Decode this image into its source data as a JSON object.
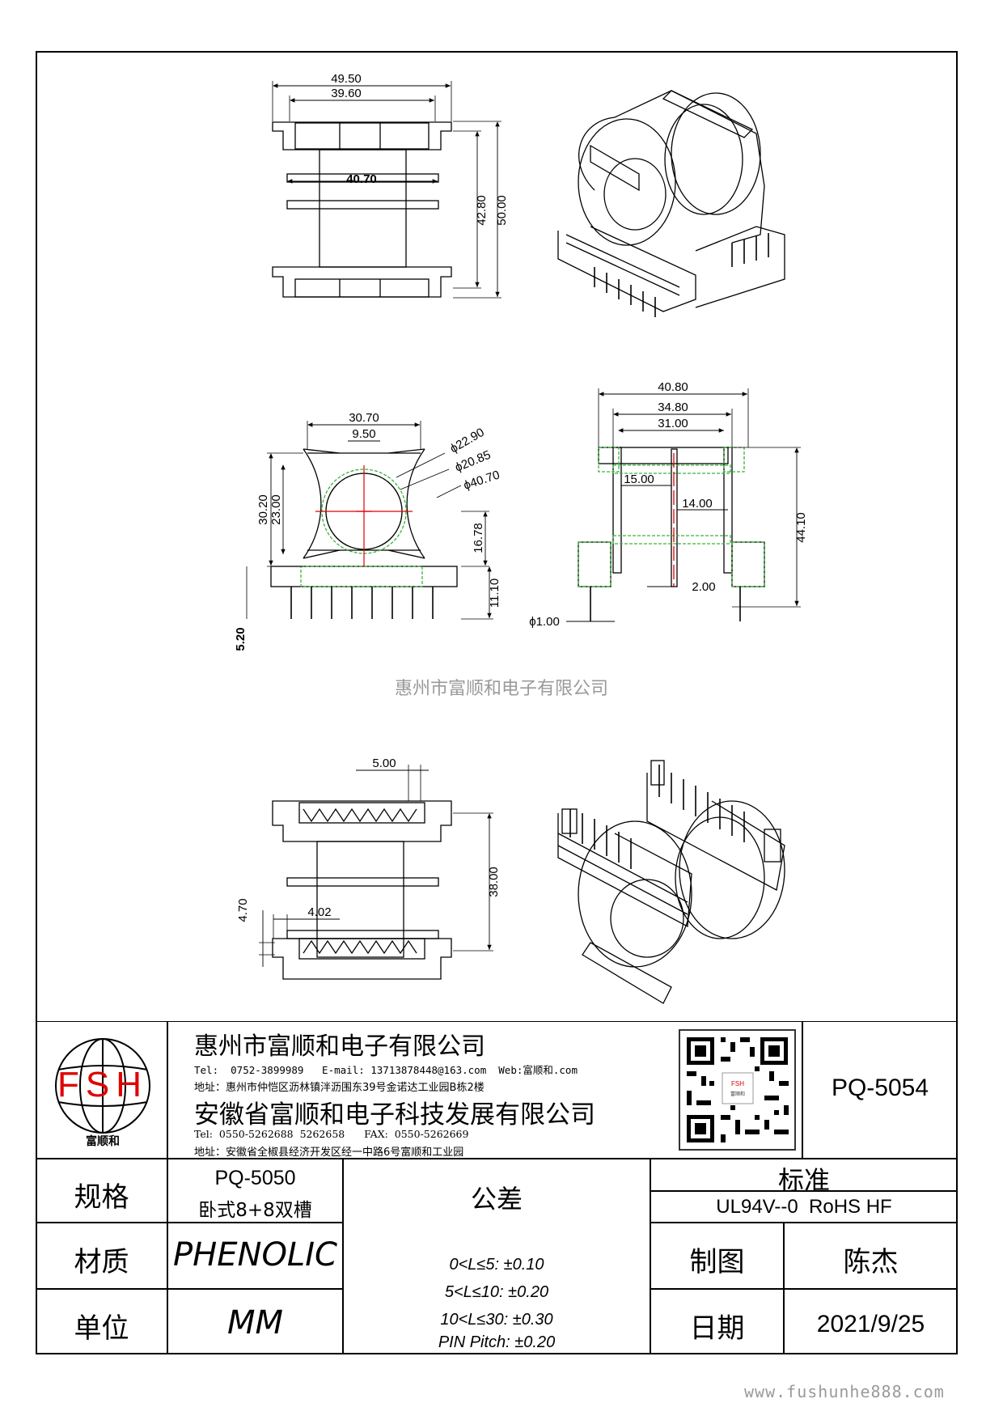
{
  "watermark_company": "惠州市富顺和电子有限公司",
  "watermark_url": "www.fushunhe888.com",
  "dims_top": {
    "w1": "49.50",
    "w2": "39.60",
    "inner": "40.70",
    "h1": "42.80",
    "h2": "50.00"
  },
  "dims_front": {
    "w": "30.70",
    "slot": "9.50",
    "d1": "ϕ22.90",
    "d2": "ϕ20.85",
    "d3": "ϕ40.70",
    "h1": "30.20",
    "h2": "23.00",
    "v1": "16.78",
    "v2": "11.10",
    "pin": "5.20"
  },
  "dims_side": {
    "w1": "40.80",
    "w2": "34.80",
    "w3": "31.00",
    "a": "15.00",
    "b": "14.00",
    "c": "2.00",
    "pin_d": "ϕ1.00",
    "h": "44.10"
  },
  "dims_bottom": {
    "pitch": "5.00",
    "span": "38.00",
    "v": "4.70",
    "h": "4.02"
  },
  "title_block": {
    "logo_text": "FSH",
    "logo_caption": "富顺和",
    "company1": "惠州市富顺和电子有限公司",
    "contact1": "Tel:  0752-3899989   E-mail: 13713878448@163.com  Web:富顺和.com",
    "address1": "地址：惠州市仲恺区沥林镇泮沥围东39号金诺达工业园B栋2楼",
    "company2": "安徽省富顺和电子科技发展有限公司",
    "contact2": "Tel:  0550-5262688  5262658      FAX:  0550-5262669",
    "address2": "地址：安徽省全椒县经济开发区经一中路6号富顺和工业园",
    "part_no": "PQ-5054",
    "spec_label": "规格",
    "spec_value1": "PQ-5050",
    "spec_value2": "卧式8+8双槽",
    "tolerance_label": "公差",
    "tol1": "0<L≤5: ±0.10",
    "tol2": "5<L≤10: ±0.20",
    "tol3": "10<L≤30: ±0.30",
    "tol4": "PIN Pitch: ±0.20",
    "standard_label": "标准",
    "standard_value": "UL94V--0  RoHS HF",
    "material_label": "材质",
    "material_value": "PHENOLIC",
    "drawn_label": "制图",
    "drawn_value": "陈杰",
    "unit_label": "单位",
    "unit_value": "MM",
    "date_label": "日期",
    "date_value": "2021/9/25"
  }
}
